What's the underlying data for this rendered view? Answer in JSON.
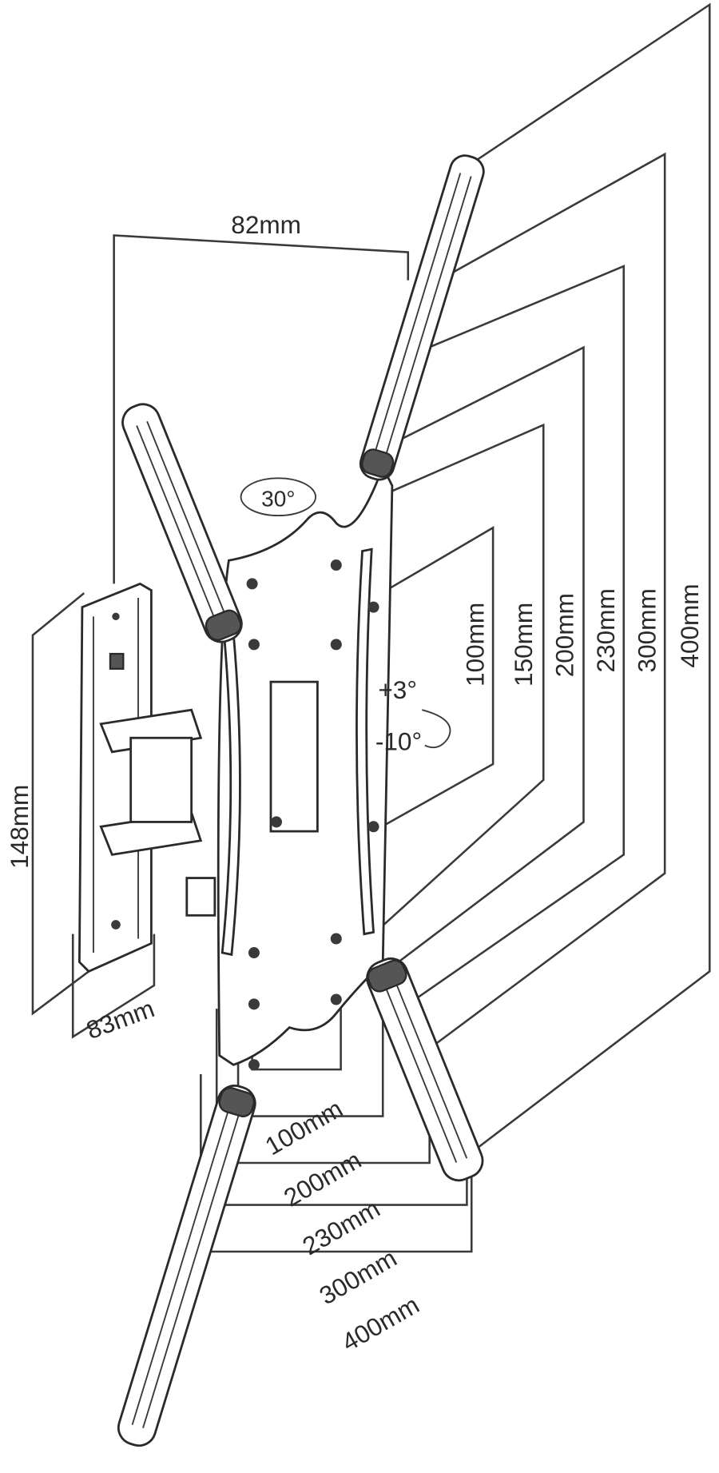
{
  "title": "TV wall mount dimension drawing",
  "labels": {
    "arm_depth": "82mm",
    "swivel": "30°",
    "tilt_up": "+3°",
    "tilt_down": "-10°",
    "wall_plate_height": "148mm",
    "wall_plate_width": "83mm"
  },
  "vertical_vesa": [
    "100mm",
    "150mm",
    "200mm",
    "230mm",
    "300mm",
    "400mm"
  ],
  "horizontal_vesa": [
    "100mm",
    "200mm",
    "230mm",
    "300mm",
    "400mm"
  ]
}
